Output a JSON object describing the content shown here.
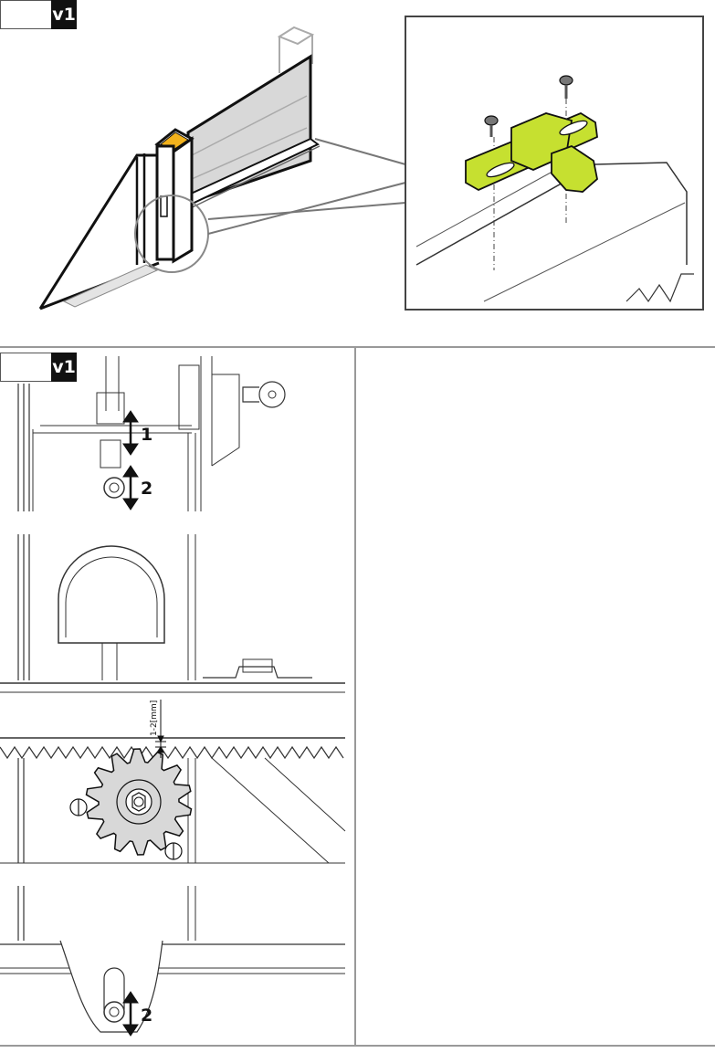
{
  "top": {
    "version_tag": "v1"
  },
  "bottom": {
    "version_tag": "v1",
    "callouts": {
      "one": "1",
      "two": "2",
      "two_bottom": "2"
    },
    "gap_label": "1-2[mm]"
  },
  "colors": {
    "accent_yellow": "#f2b21c",
    "part_green": "#c6e030",
    "line": "#111111",
    "panel": "#d8d8d8"
  }
}
